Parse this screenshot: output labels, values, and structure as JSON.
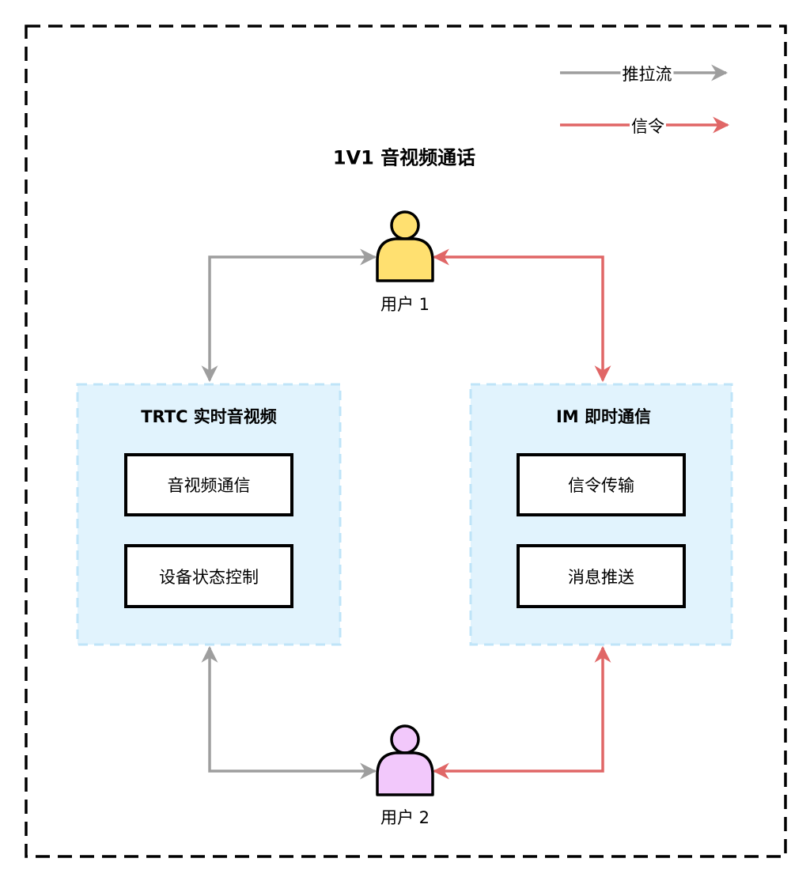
{
  "title": "1V1 音视频通话",
  "legend": [
    {
      "label": "推拉流",
      "color": "#9e9e9e",
      "meaning": "push-pull-stream"
    },
    {
      "label": "信令",
      "color": "#e06666",
      "meaning": "signaling"
    }
  ],
  "users": [
    {
      "label": "用户 1",
      "color": "#ffe070"
    },
    {
      "label": "用户 2",
      "color": "#f2c8fb"
    }
  ],
  "groups": [
    {
      "title": "TRTC 实时音视频",
      "items": [
        "音视频通信",
        "设备状态控制"
      ]
    },
    {
      "title": "IM 即时通信",
      "items": [
        "信令传输",
        "消息推送"
      ]
    }
  ],
  "colors": {
    "stream": "#9e9e9e",
    "signal": "#e06666",
    "group_fill": "#e1f3fd",
    "group_border": "#bfe4f8",
    "frame_border": "#000000"
  }
}
